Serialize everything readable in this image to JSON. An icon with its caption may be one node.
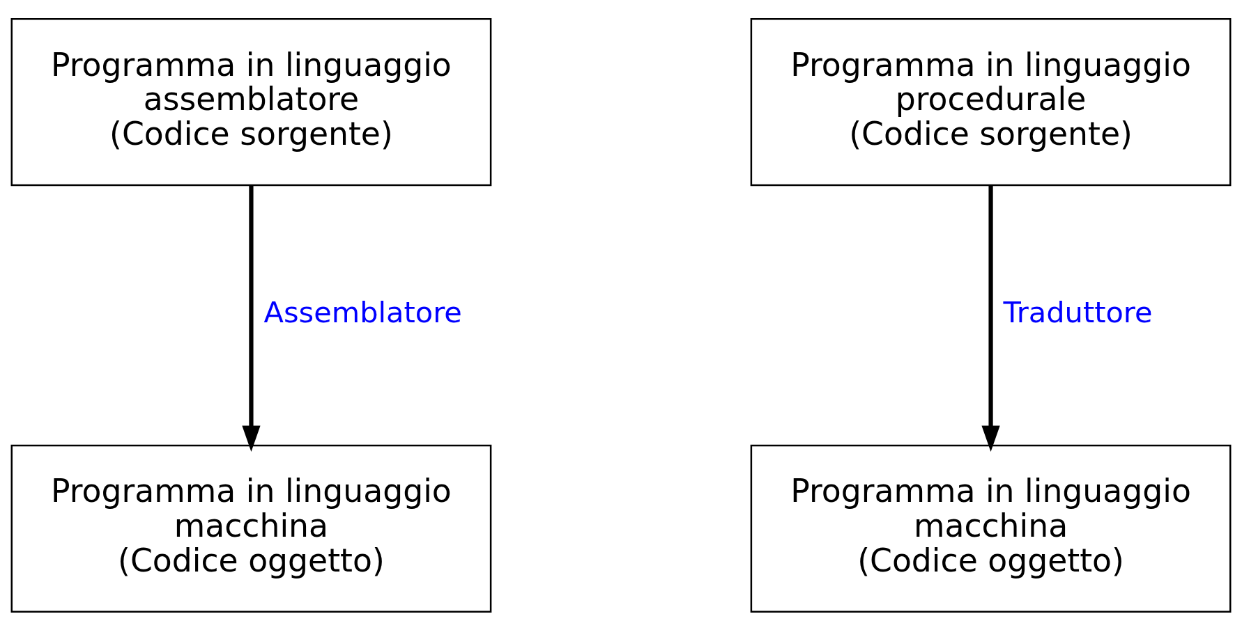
{
  "diagram": {
    "nodes": [
      {
        "text": [
          "Programma in linguaggio assemblatore",
          "(Codice sorgente)"
        ]
      },
      {
        "text": [
          "Programma in linguaggio macchina",
          "(Codice oggetto)"
        ]
      },
      {
        "text": [
          "Programma in linguaggio procedurale",
          "(Codice sorgente)"
        ]
      },
      {
        "text": [
          "Programma in linguaggio macchina",
          "(Codice oggetto)"
        ]
      }
    ],
    "edges": [
      {
        "from": 0,
        "to": 1,
        "arrow": "to",
        "label": "Assemblatore"
      },
      {
        "from": 2,
        "to": 3,
        "arrow": "to",
        "label": "Traduttore"
      }
    ]
  }
}
